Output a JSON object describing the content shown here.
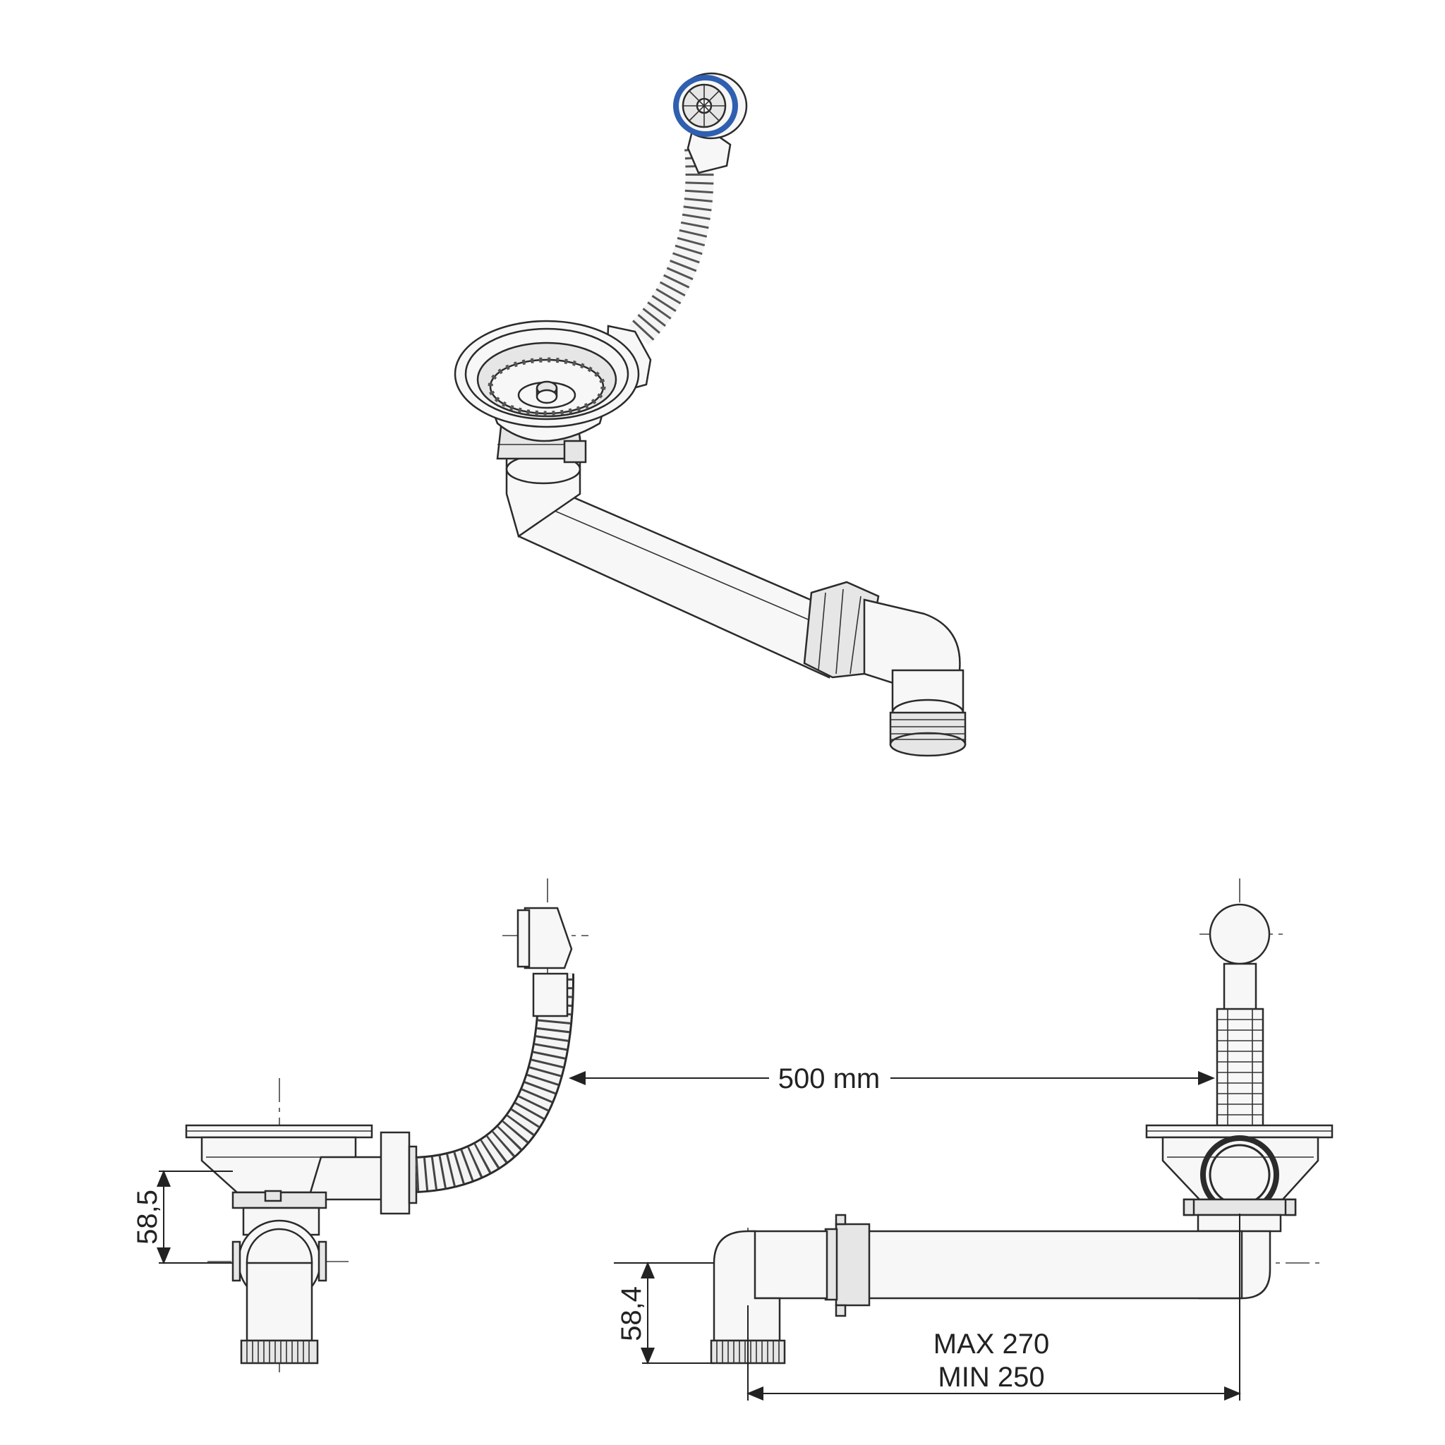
{
  "dimensions": {
    "hose_length": "500 mm",
    "side_height": "58,5",
    "front_height": "58,4",
    "max_length": "MAX 270",
    "min_length": "MIN 250"
  },
  "colors": {
    "overflow_ring": "#2f5fb0",
    "line": "#2b2b2b",
    "body": "#f2f2f2"
  }
}
